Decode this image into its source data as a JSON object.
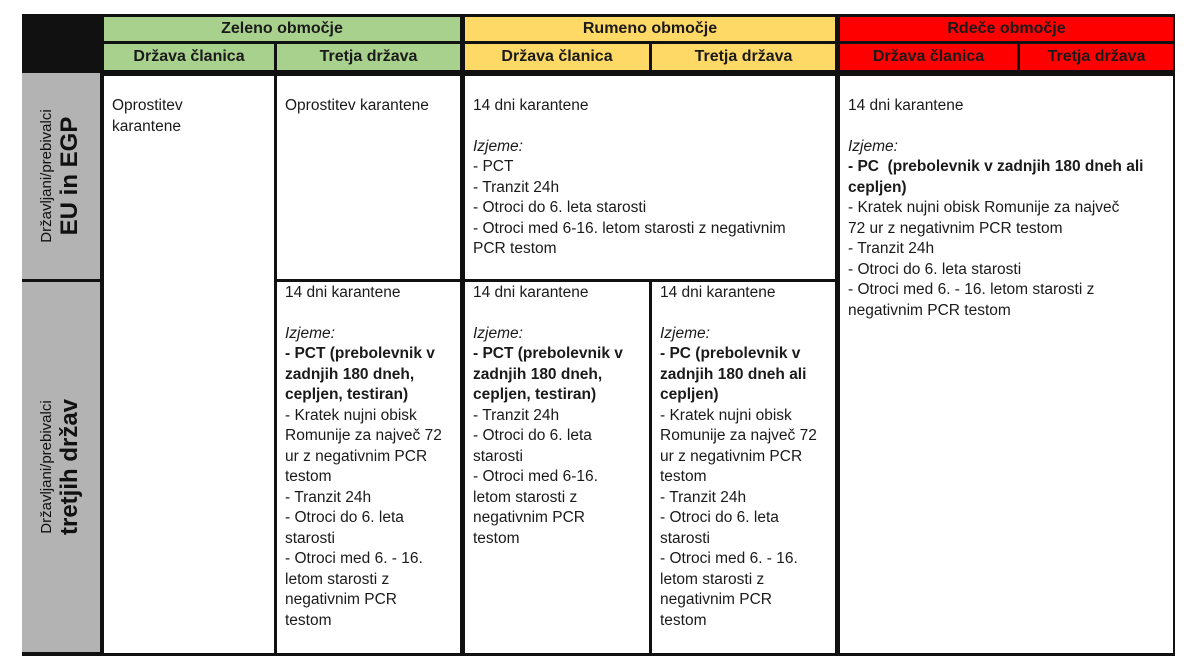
{
  "zones": {
    "green": "Zeleno območje",
    "yellow": "Rumeno območje",
    "red": "Rdeče območje"
  },
  "sub": {
    "member": "Država članica",
    "third": "Tretja država"
  },
  "rows": {
    "eu": {
      "small": "Državljani/prebivalci",
      "big": "EU in EGP"
    },
    "third": {
      "small": "Državljani/prebivalci",
      "big": "tretjih držav"
    }
  },
  "cells": {
    "green_member": [
      "Oprostitev",
      "karantene"
    ],
    "green_third_eu": [
      "Oprostitev karantene"
    ],
    "yellow_eu": {
      "head": "14 dni karantene",
      "izjeme": "Izjeme:",
      "items": [
        "- PCT",
        "- Tranzit 24h",
        "- Otroci do 6. leta starosti",
        "- Otroci med 6-16. letom starosti z negativnim",
        "PCR testom"
      ]
    },
    "red_all": {
      "head": "14 dni karantene",
      "izjeme": "Izjeme:",
      "bold": [
        "- PC  (prebolevnik v zadnjih 180 dneh ali",
        "cepljen)"
      ],
      "items": [
        "- Kratek nujni obisk Romunije za največ",
        "72 ur z negativnim PCR testom",
        "- Tranzit 24h",
        "- Otroci do 6. leta starosti",
        "- Otroci med 6. - 16. letom starosti z",
        "negativnim PCR testom"
      ]
    },
    "green_third_third": {
      "head": "14 dni karantene",
      "izjeme": "Izjeme:",
      "bold": [
        "- PCT (prebolevnik v",
        "zadnjih 180 dneh,",
        "cepljen, testiran)"
      ],
      "items": [
        "- Kratek nujni obisk",
        "Romunije za največ 72",
        "ur z negativnim PCR",
        "testom",
        "- Tranzit 24h",
        "- Otroci do 6. leta",
        "starosti",
        "- Otroci med 6. - 16.",
        "letom starosti z",
        "negativnim PCR",
        "testom"
      ]
    },
    "yellow_member_third": {
      "head": "14 dni karantene",
      "izjeme": "Izjeme:",
      "bold": [
        "- PCT (prebolevnik v",
        "zadnjih 180 dneh,",
        "cepljen, testiran)"
      ],
      "items": [
        "- Tranzit 24h",
        "- Otroci do 6. leta",
        "starosti",
        "- Otroci med 6-16.",
        "letom starosti z",
        "negativnim PCR",
        "testom"
      ]
    },
    "yellow_third_third": {
      "head": "14 dni karantene",
      "izjeme": "Izjeme:",
      "bold": [
        "- PC (prebolevnik v",
        "zadnjih 180 dneh ali",
        "cepljen)"
      ],
      "items": [
        "- Kratek nujni obisk",
        "Romunije za največ 72",
        "ur z negativnim PCR",
        "testom",
        "- Tranzit 24h",
        "- Otroci do 6. leta",
        "starosti",
        "- Otroci med 6. - 16.",
        "letom starosti z",
        "negativnim PCR",
        "testom"
      ]
    }
  },
  "colors": {
    "green": "#a9d18e",
    "yellow": "#ffd966",
    "red": "#ff0000",
    "side": "#b3b3b3",
    "border": "#111111"
  }
}
